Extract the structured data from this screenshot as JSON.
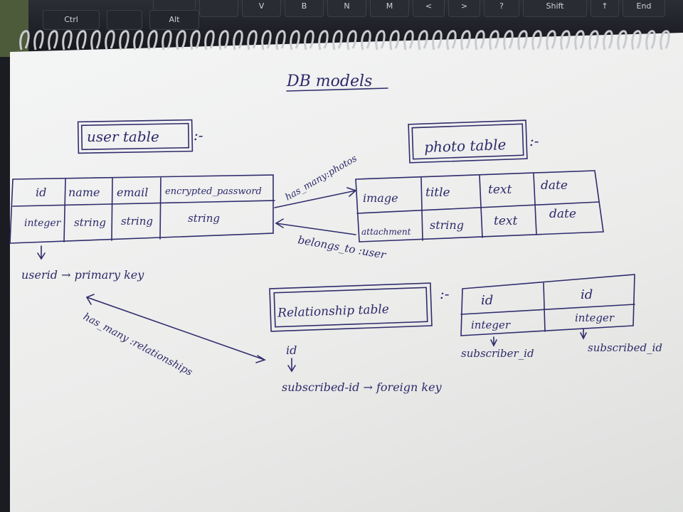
{
  "keyboard": {
    "keys": [
      "Ctrl",
      "B",
      "N",
      "M",
      "<",
      ">",
      "?",
      "Shift",
      "End",
      "V",
      "Alt"
    ]
  },
  "notebook": {
    "heading": "DB models",
    "user_table": {
      "title": "user table",
      "suffix": ":-",
      "headers": [
        "id",
        "name",
        "email",
        "encrypted_password"
      ],
      "types": [
        "integer",
        "string",
        "string",
        "string"
      ],
      "note": "userid → primary key"
    },
    "photo_table": {
      "title": "photo table",
      "suffix": ":-",
      "headers": [
        "image",
        "title",
        "text",
        "date"
      ],
      "types": [
        "attachment",
        "string",
        "text",
        "date"
      ]
    },
    "relations": {
      "has_many_photos": "has_many:photos",
      "belongs_to_user": "belongs_to :user",
      "has_many_relationships": "has_many :relationships"
    },
    "relationship_table": {
      "title": "Relationship table",
      "suffix": ":-",
      "headers": [
        "id",
        "id"
      ],
      "types": [
        "integer",
        "integer"
      ],
      "col_labels": [
        "subscriber_id",
        "subscribed_id"
      ],
      "id_label": "id",
      "foreign_key_note": "subscribed-id → foreign key"
    }
  },
  "colors": {
    "ink": "#2d2a6a",
    "paper": "#efefee",
    "keyboard": "#1f2127"
  }
}
